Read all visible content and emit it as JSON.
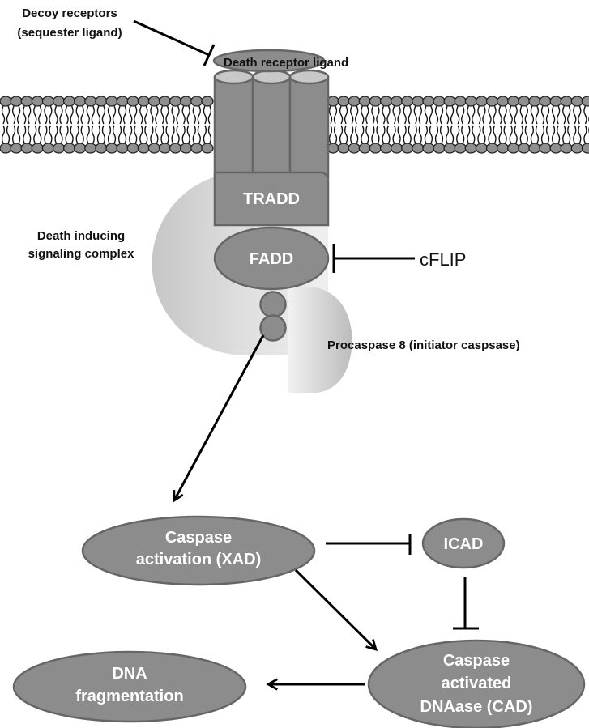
{
  "diagram": {
    "title": "Death receptor (extrinsic) apoptosis pathway",
    "colors": {
      "node_fill": "#8c8c8c",
      "node_stroke": "#666666",
      "complex_gradient_light": "#eeeeee",
      "complex_gradient_dark": "#c4c4c4",
      "text_on_node": "#ffffff",
      "text_label": "#111111",
      "edge": "#000000"
    },
    "labels": {
      "decoy_line1": "Decoy receptors",
      "decoy_line2": "(sequester ligand)",
      "ligand": "Death receptor ligand",
      "disc_line1": "Death inducing",
      "disc_line2": "signaling complex",
      "cflip": "cFLIP",
      "procaspase": "Procaspase 8 (initiator caspsase)"
    },
    "nodes": {
      "tradd": "TRADD",
      "fadd": "FADD",
      "caspase_activation_line1": "Caspase",
      "caspase_activation_line2": "activation (XAD)",
      "icad": "ICAD",
      "cad_line1": "Caspase",
      "cad_line2": "activated",
      "cad_line3": "DNAase (CAD)",
      "dna_line1": "DNA",
      "dna_line2": "fragmentation"
    },
    "edges": [
      {
        "from": "Decoy receptors",
        "to": "Death receptor ligand",
        "type": "inhibition"
      },
      {
        "from": "cFLIP",
        "to": "FADD",
        "type": "inhibition"
      },
      {
        "from": "Procaspase 8",
        "to": "Caspase activation (XAD)",
        "type": "activation"
      },
      {
        "from": "Caspase activation (XAD)",
        "to": "ICAD",
        "type": "inhibition"
      },
      {
        "from": "ICAD",
        "to": "Caspase activated DNAase (CAD)",
        "type": "inhibition"
      },
      {
        "from": "Caspase activation (XAD)",
        "to": "Caspase activated DNAase (CAD)",
        "type": "activation"
      },
      {
        "from": "Caspase activated DNAase (CAD)",
        "to": "DNA fragmentation",
        "type": "activation"
      }
    ]
  }
}
